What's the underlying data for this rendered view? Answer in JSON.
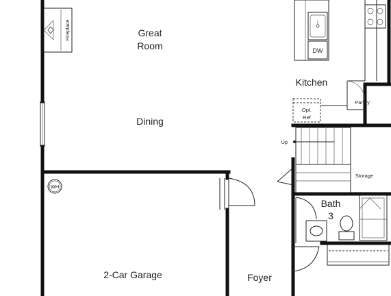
{
  "rooms": {
    "great_room_line1": "Great",
    "great_room_line2": "Room",
    "dining": "Dining",
    "kitchen": "Kitchen",
    "garage": "2-Car Garage",
    "foyer": "Foyer",
    "bath_line1": "Bath",
    "bath_line2": "3"
  },
  "fixtures": {
    "fireplace": "Fireplace",
    "dishwasher": "DW",
    "pantry": "Pantry",
    "opt_ref_line1": "Opt.",
    "opt_ref_line2": "Ref",
    "stairs_up": "Up",
    "storage": "Storage",
    "water_heater": "WH"
  }
}
